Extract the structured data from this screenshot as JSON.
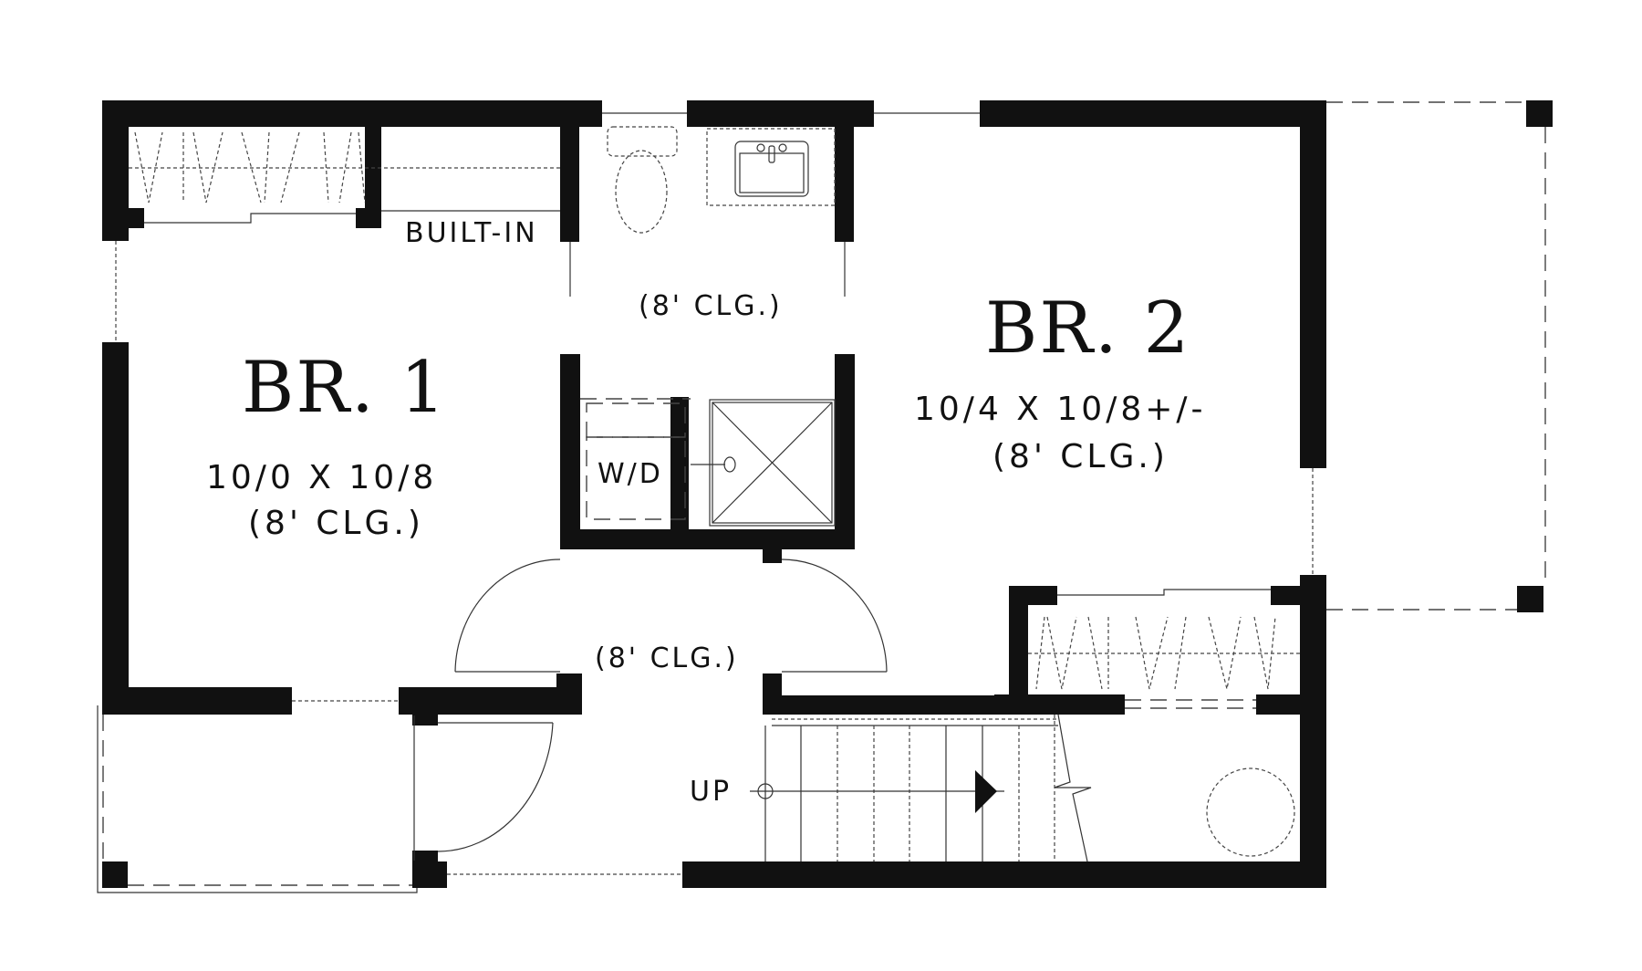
{
  "plan": {
    "rooms": [
      {
        "id": "br1",
        "name": "BR. 1",
        "dimensions": "10/0 X 10/8",
        "ceiling": "(8' CLG.)"
      },
      {
        "id": "br2",
        "name": "BR. 2",
        "dimensions": "10/4 X 10/8+/-",
        "ceiling": "(8' CLG.)"
      }
    ],
    "bath_ceiling": "(8' CLG.)",
    "hall_ceiling": "(8' CLG.)",
    "built_in_label": "BUILT-IN",
    "laundry_label": "W/D",
    "stair_label": "UP",
    "colors": {
      "wall": "#111111",
      "background": "#ffffff",
      "line": "#333333"
    }
  }
}
